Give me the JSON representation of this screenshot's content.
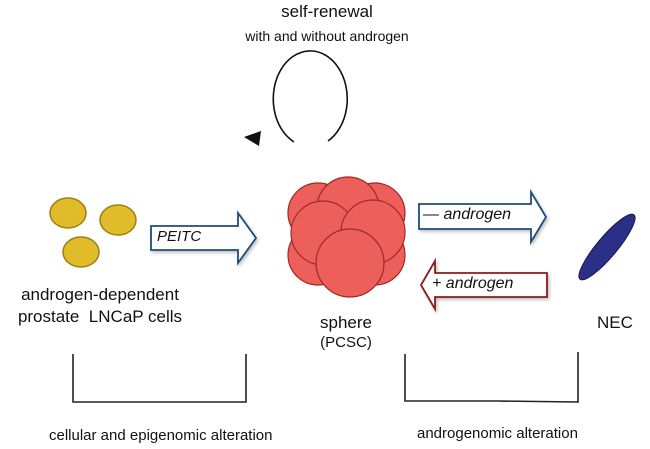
{
  "title": {
    "main": "self-renewal",
    "sub": "with and without androgen"
  },
  "nodes": {
    "lncap": {
      "label_line1": "androgen-dependent",
      "label_line2": "prostate  LNCaP cells",
      "color": "#e0bc2a"
    },
    "sphere": {
      "label_line1": "sphere",
      "label_line2": "(PCSC)",
      "color": "#ec5f5a"
    },
    "nec": {
      "label": "NEC",
      "color": "#2b2f86"
    }
  },
  "arrows": {
    "peitc": {
      "label": "PEITC",
      "color": "#1f4e7a"
    },
    "minus_androgen": {
      "label": "— androgen",
      "color": "#1f4e7a"
    },
    "plus_androgen": {
      "label": "+ androgen",
      "color": "#8b1a1a"
    }
  },
  "brackets": {
    "left": {
      "label": "cellular and epigenomic alteration"
    },
    "right": {
      "label": "androgenomic alteration"
    }
  }
}
